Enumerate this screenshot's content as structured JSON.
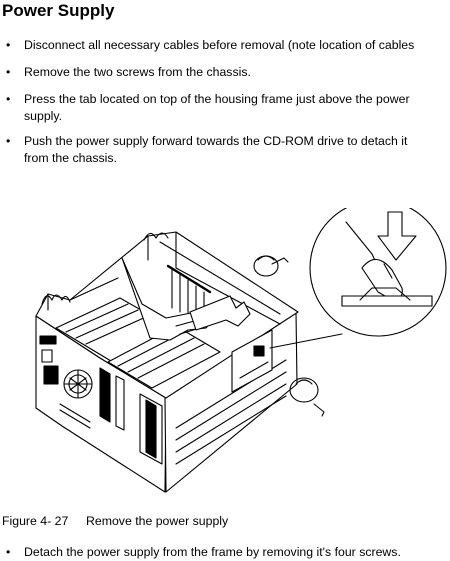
{
  "page_title": "Power Supply",
  "bullet_symbol": "•",
  "steps": [
    {
      "text": "Disconnect all necessary cables before removal (note location of cables"
    },
    {
      "text": "Remove the two screws from the chassis."
    },
    {
      "text": "Press the tab located on top of the housing frame just above the power\nsupply."
    },
    {
      "text": "Push the power supply forward towards the CD-ROM drive to detach it\nfrom the chassis."
    }
  ],
  "figure": {
    "label": "Figure 4- 27",
    "caption": "Remove the power supply"
  },
  "final_step": {
    "text": "Detach the power supply from the frame by removing it's four screws."
  }
}
